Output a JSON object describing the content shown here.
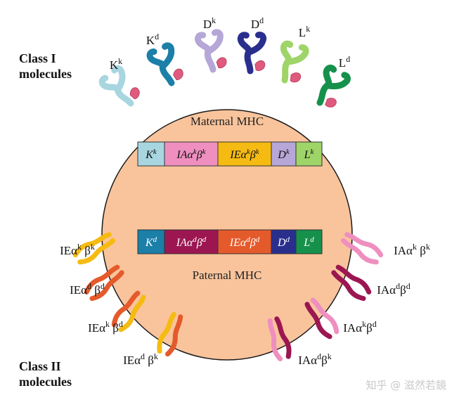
{
  "class_i_heading": [
    "Class I",
    "molecules"
  ],
  "class_ii_heading": [
    "Class II",
    "molecules"
  ],
  "maternal_label": "Maternal MHC",
  "paternal_label": "Paternal MHC",
  "watermark": "知乎 @ 滋然若鏡",
  "colors": {
    "cell": "#f9c49c",
    "cell_outline": "#1a1a1a",
    "peptide": "#e05a7e"
  },
  "maternal_segments": [
    {
      "base": "K",
      "sup": "k",
      "fill": "#a8d6e0",
      "text": "#111111"
    },
    {
      "base": "IAα",
      "sup": "k",
      "base2": "β",
      "sup2": "k",
      "fill": "#ef8fc0",
      "text": "#111111"
    },
    {
      "base": "IEα",
      "sup": "k",
      "base2": "β",
      "sup2": "k",
      "fill": "#f6bb12",
      "text": "#111111"
    },
    {
      "base": "D",
      "sup": "k",
      "fill": "#b6a7d8",
      "text": "#111111"
    },
    {
      "base": "L",
      "sup": "k",
      "fill": "#9fd468",
      "text": "#111111"
    }
  ],
  "paternal_segments": [
    {
      "base": "K",
      "sup": "d",
      "fill": "#1b7fa8",
      "text": "#ffffff"
    },
    {
      "base": "IAα",
      "sup": "d",
      "base2": "β",
      "sup2": "d",
      "fill": "#9c1651",
      "text": "#ffffff"
    },
    {
      "base": "IEα",
      "sup": "d",
      "base2": "β",
      "sup2": "d",
      "fill": "#e55a2b",
      "text": "#ffffff"
    },
    {
      "base": "D",
      "sup": "d",
      "fill": "#2a2f8e",
      "text": "#ffffff"
    },
    {
      "base": "L",
      "sup": "d",
      "fill": "#16914b",
      "text": "#ffffff"
    }
  ],
  "class_i_molecules": [
    {
      "label_base": "K",
      "label_sup": "k",
      "color": "#a8d6e0"
    },
    {
      "label_base": "K",
      "label_sup": "d",
      "color": "#1b7fa8"
    },
    {
      "label_base": "D",
      "label_sup": "k",
      "color": "#b6a7d8"
    },
    {
      "label_base": "D",
      "label_sup": "d",
      "color": "#2a2f8e"
    },
    {
      "label_base": "L",
      "label_sup": "k",
      "color": "#9fd468"
    },
    {
      "label_base": "L",
      "label_sup": "d",
      "color": "#16914b"
    }
  ],
  "class_ii_molecules": [
    {
      "label": [
        [
          "IEα",
          ""
        ],
        [
          "k",
          "sup"
        ],
        [
          " β",
          ""
        ],
        [
          "k",
          "sup"
        ]
      ],
      "colors": [
        "#f6bb12",
        "#f6bb12"
      ]
    },
    {
      "label": [
        [
          "IEα",
          ""
        ],
        [
          "d",
          "sup"
        ],
        [
          " β",
          ""
        ],
        [
          "d",
          "sup"
        ]
      ],
      "colors": [
        "#e55a2b",
        "#e55a2b"
      ]
    },
    {
      "label": [
        [
          "IEα",
          ""
        ],
        [
          "k",
          "sup"
        ],
        [
          " β",
          ""
        ],
        [
          "d",
          "sup"
        ]
      ],
      "colors": [
        "#f6bb12",
        "#e55a2b"
      ]
    },
    {
      "label": [
        [
          "IEα",
          ""
        ],
        [
          "d",
          "sup"
        ],
        [
          " β",
          ""
        ],
        [
          "k",
          "sup"
        ]
      ],
      "colors": [
        "#e55a2b",
        "#f6bb12"
      ]
    },
    {
      "label": [
        [
          "IAα",
          ""
        ],
        [
          "k",
          "sup"
        ],
        [
          " β",
          ""
        ],
        [
          "k",
          "sup"
        ]
      ],
      "colors": [
        "#ef8fc0",
        "#ef8fc0"
      ]
    },
    {
      "label": [
        [
          "IAα",
          ""
        ],
        [
          "d",
          "sup"
        ],
        [
          "β",
          ""
        ],
        [
          "d",
          "sup"
        ]
      ],
      "colors": [
        "#9c1651",
        "#9c1651"
      ]
    },
    {
      "label": [
        [
          "IAα",
          ""
        ],
        [
          "k",
          "sup"
        ],
        [
          "β",
          ""
        ],
        [
          "d",
          "sup"
        ]
      ],
      "colors": [
        "#ef8fc0",
        "#9c1651"
      ]
    },
    {
      "label": [
        [
          "IAα",
          ""
        ],
        [
          "d",
          "sup"
        ],
        [
          "β",
          ""
        ],
        [
          "k",
          "sup"
        ]
      ],
      "colors": [
        "#9c1651",
        "#ef8fc0"
      ]
    }
  ]
}
